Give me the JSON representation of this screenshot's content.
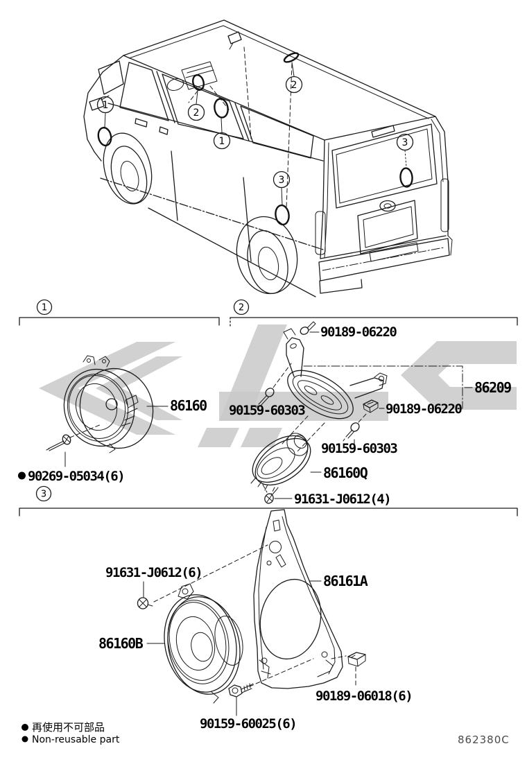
{
  "page": {
    "diagram_code": "862380C"
  },
  "van_callouts": [
    {
      "n": "1"
    },
    {
      "n": "2"
    },
    {
      "n": "1"
    },
    {
      "n": "2"
    },
    {
      "n": "3"
    },
    {
      "n": "3"
    }
  ],
  "sections": [
    {
      "num": "1",
      "parts": {
        "speaker": "86160",
        "screw": "90269-05034(6)"
      }
    },
    {
      "num": "2",
      "parts": {
        "screw_top": "90189-06220",
        "bracket": "86209",
        "screw_left": "90159-60303",
        "clip": "90189-06220",
        "screw_mid": "90159-60303",
        "speaker": "86160Q",
        "screw_bottom": "91631-J0612(4)"
      }
    },
    {
      "num": "3",
      "parts": {
        "screw_top": "91631-J0612(6)",
        "bracket": "86161A",
        "speaker": "86160B",
        "clip": "90189-06018(6)",
        "screw_bottom": "90159-60025(6)"
      }
    }
  ],
  "legend": {
    "jp": "再使用不可部品",
    "en": "Non-reusable part"
  }
}
